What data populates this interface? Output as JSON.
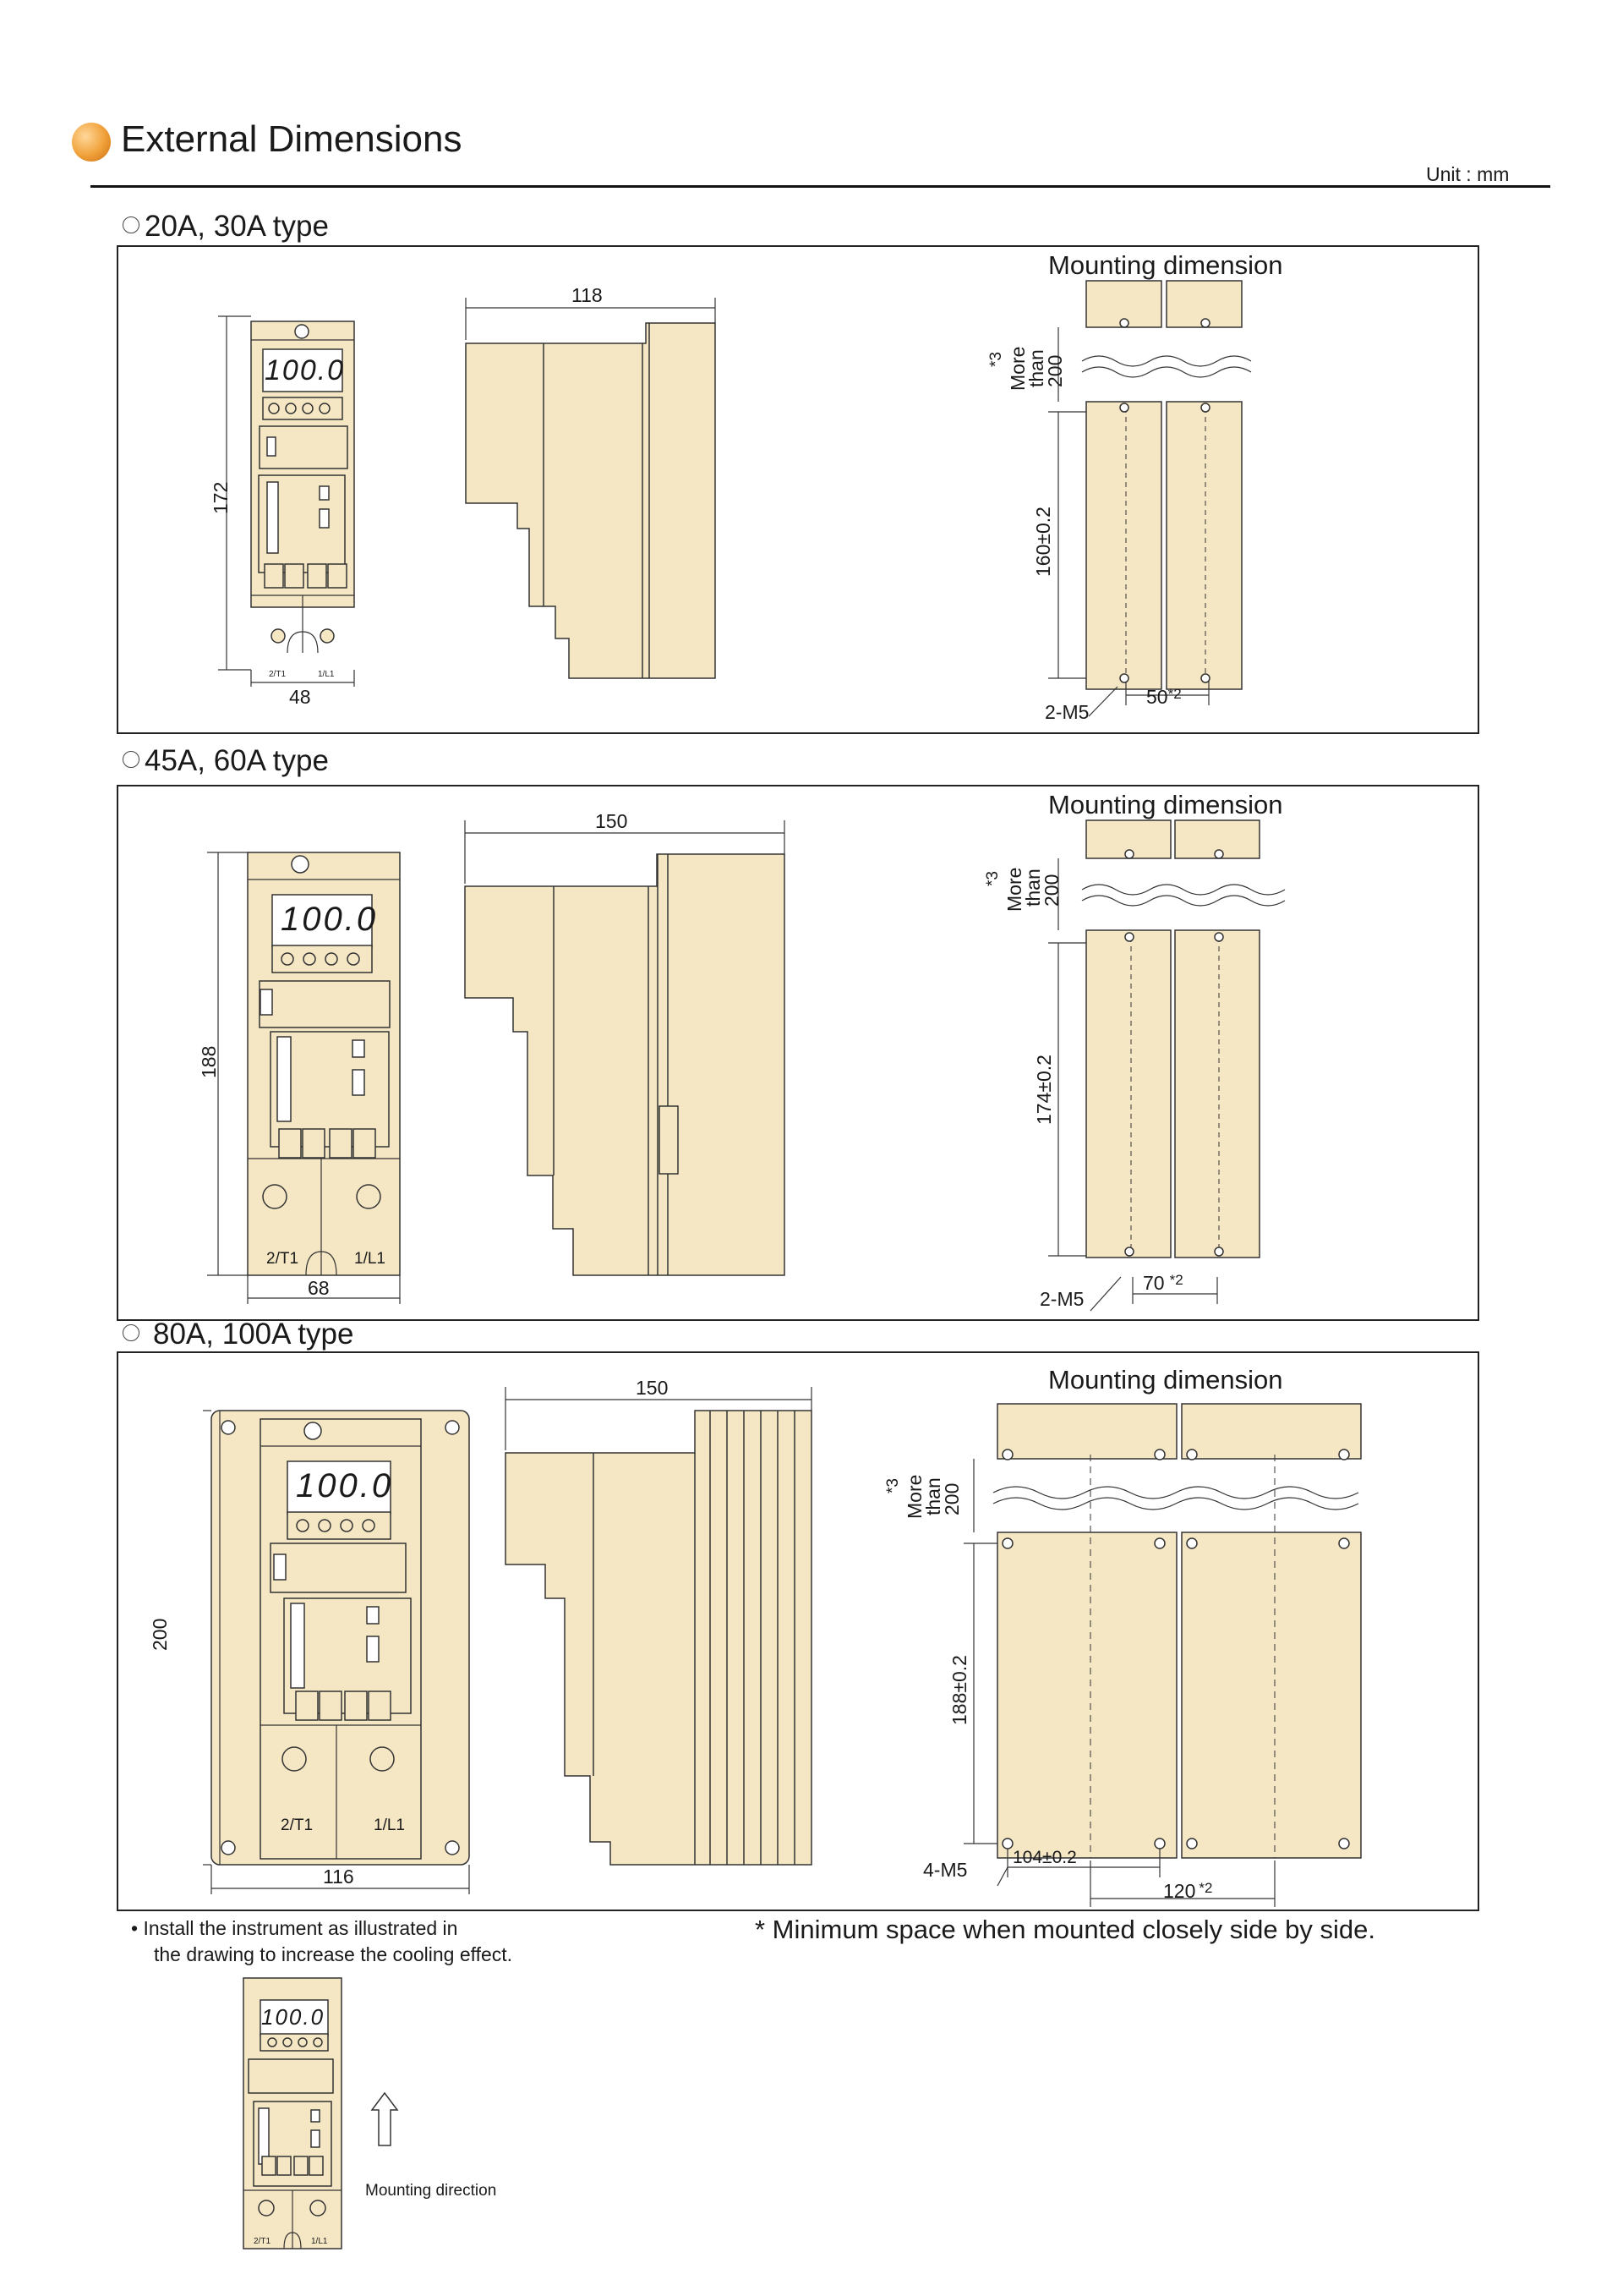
{
  "header": {
    "title": "External Dimensions",
    "unit": "Unit : mm"
  },
  "sections": [
    {
      "label": "20A, 30A type",
      "mount_title": "Mounting dimension",
      "width": "48",
      "height": "172",
      "depth": "118",
      "mount_vertical": "160±0.2",
      "mount_pitch": "50",
      "pitch_note": "*2",
      "screws": "2-M5",
      "clearance_note": "*3",
      "clearance_lines": [
        "More",
        "than",
        "200"
      ],
      "display": "100.0",
      "terminals": [
        "2/T1",
        "1/L1"
      ]
    },
    {
      "label": "45A, 60A type",
      "mount_title": "Mounting dimension",
      "width": "68",
      "height": "188",
      "depth": "150",
      "mount_vertical": "174±0.2",
      "mount_pitch": "70",
      "pitch_note": "*2",
      "screws": "2-M5",
      "clearance_note": "*3",
      "clearance_lines": [
        "More",
        "than",
        "200"
      ],
      "display": "100.0",
      "terminals": [
        "2/T1",
        "1/L1"
      ]
    },
    {
      "label": "80A, 100A type",
      "mount_title": "Mounting dimension",
      "width": "116",
      "height": "200",
      "depth": "150",
      "mount_vertical": "188±0.2",
      "mount_hole_pitch": "104±0.2",
      "mount_pitch": "120",
      "pitch_note": "*2",
      "screws": "4-M5",
      "clearance_note": "*3",
      "clearance_lines": [
        "More",
        "than",
        "200"
      ],
      "display": "100.0",
      "terminals": [
        "2/T1",
        "1/L1"
      ]
    }
  ],
  "notes": {
    "install_line1": "• Install the instrument as illustrated in",
    "install_line2": "the drawing to increase the cooling effect.",
    "minimum_space": "* Minimum space when mounted closely side by side.",
    "mounting_direction": "Mounting direction"
  },
  "colors": {
    "body_fill": "#f5e6c4",
    "line": "#333333",
    "bullet": "#f0a038"
  },
  "icons": [
    "section-circle-icon",
    "up-arrow-icon"
  ]
}
